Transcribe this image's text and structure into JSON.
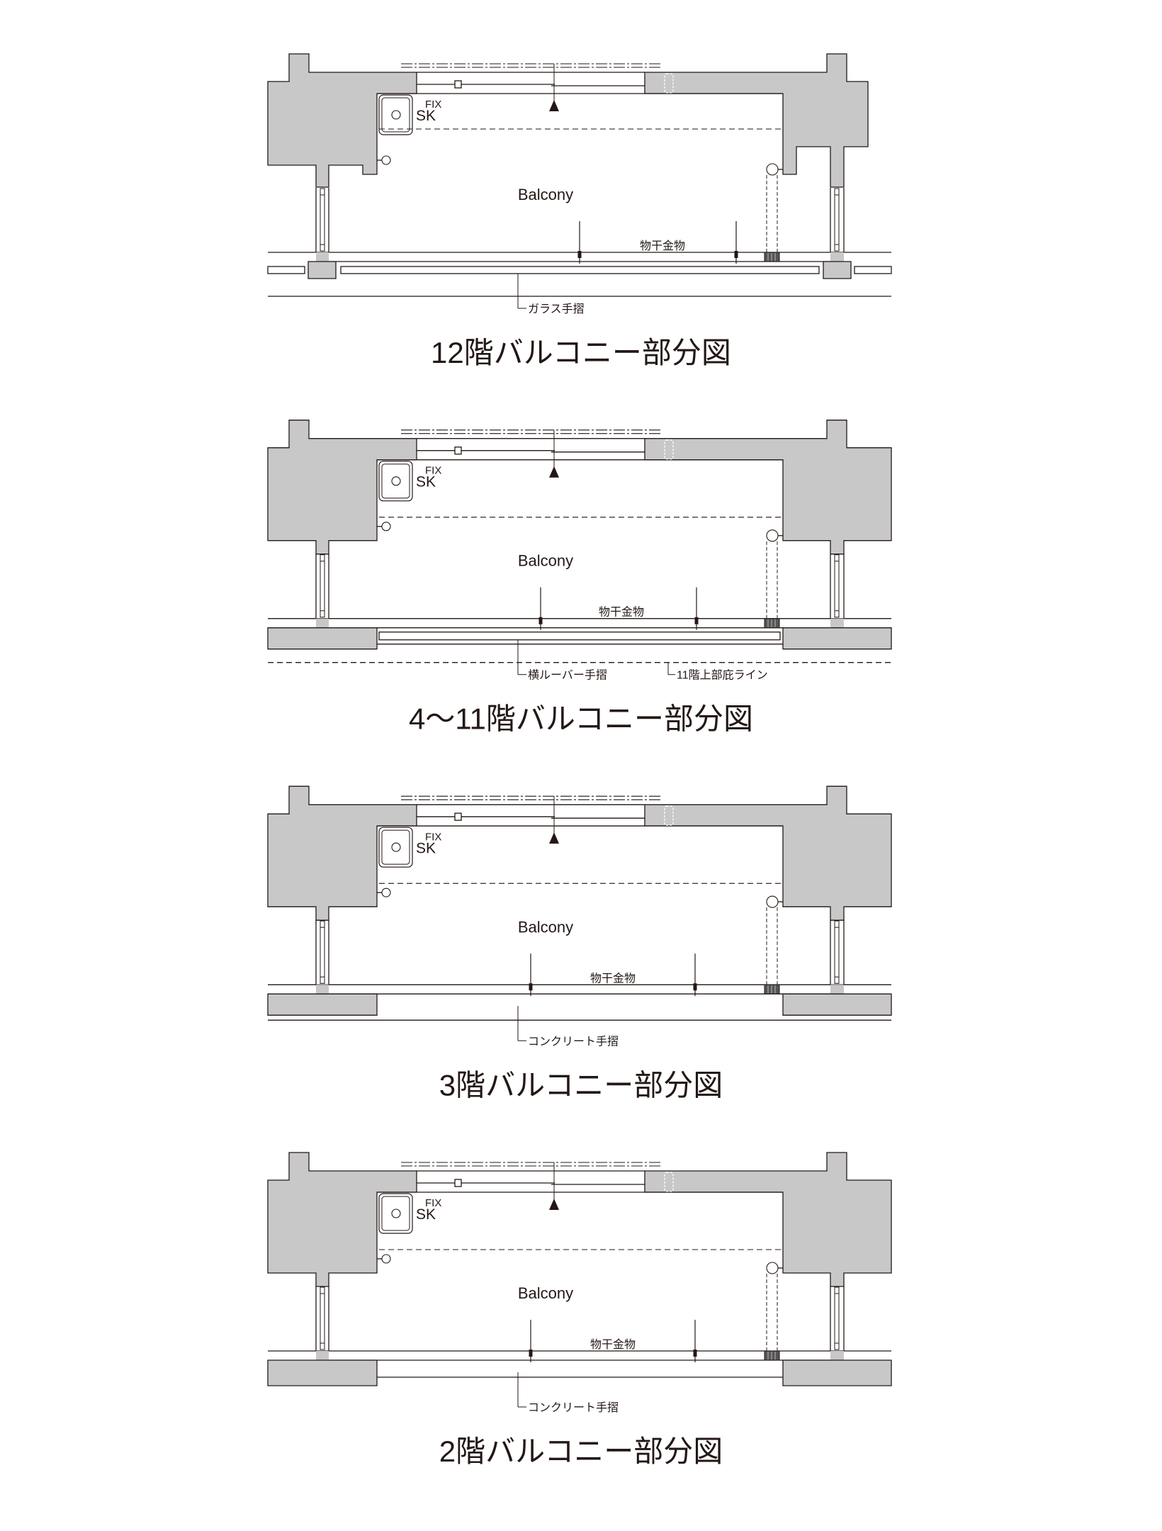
{
  "plans": [
    {
      "title": "12階バルコニー部分図",
      "balcony": "Balcony",
      "fix": "FIX",
      "sink": "SK",
      "hanger": "物干金物",
      "railing": "ガラス手摺"
    },
    {
      "title": "4〜11階バルコニー部分図",
      "balcony": "Balcony",
      "fix": "FIX",
      "sink": "SK",
      "hanger": "物干金物",
      "railing": "横ルーバー手摺",
      "eave": "11階上部庇ライン"
    },
    {
      "title": "3階バルコニー部分図",
      "balcony": "Balcony",
      "fix": "FIX",
      "sink": "SK",
      "hanger": "物干金物",
      "railing": "コンクリート手摺"
    },
    {
      "title": "2階バルコニー部分図",
      "balcony": "Balcony",
      "fix": "FIX",
      "sink": "SK",
      "hanger": "物干金物",
      "railing": "コンクリート手摺"
    }
  ],
  "colors": {
    "wall": "#c8c8c8",
    "line": "#231815"
  }
}
